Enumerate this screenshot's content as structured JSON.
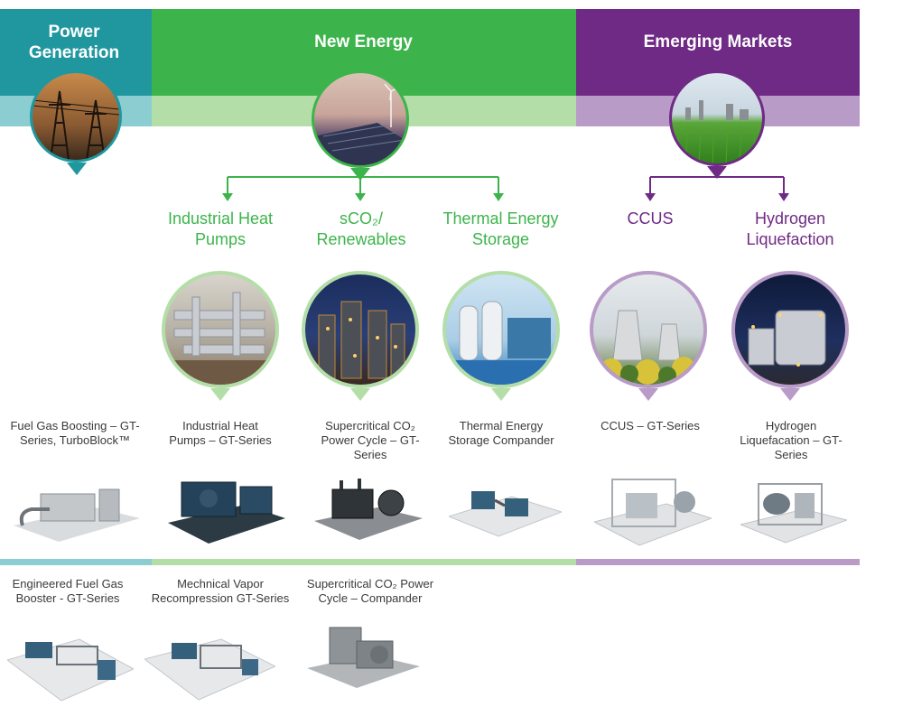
{
  "colors": {
    "teal": "#20979f",
    "green": "#3cb44b",
    "purple": "#6f2a85",
    "teal_light": "#8ccdd1",
    "green_light": "#b4dea8",
    "purple_light": "#b99bc8"
  },
  "headers": {
    "power": "Power Generation",
    "new_energy": "New Energy",
    "emerging": "Emerging Markets"
  },
  "categories": {
    "heat_pumps": "Industrial Heat Pumps",
    "sco2": "sCO₂/ Renewables",
    "thermal": "Thermal Energy Storage",
    "ccus": "CCUS",
    "hydrogen": "Hydrogen Liquefaction"
  },
  "products_row1": {
    "fuel_gas": "Fuel Gas Boosting – GT-Series, TurboBlock™",
    "heat_pumps": "Industrial Heat Pumps – GT-Series",
    "sco2": "Supercritical CO₂ Power Cycle – GT-Series",
    "thermal": "Thermal Energy Storage Compander",
    "ccus": "CCUS – GT-Series",
    "hydrogen": "Hydrogen Liquefacation – GT-Series"
  },
  "products_row2": {
    "engineered": "Engineered Fuel Gas Booster - GT-Series",
    "mvr": "Mechnical Vapor Recompression GT-Series",
    "sco2_compander": "Supercritical CO₂ Power Cycle – Compander"
  }
}
